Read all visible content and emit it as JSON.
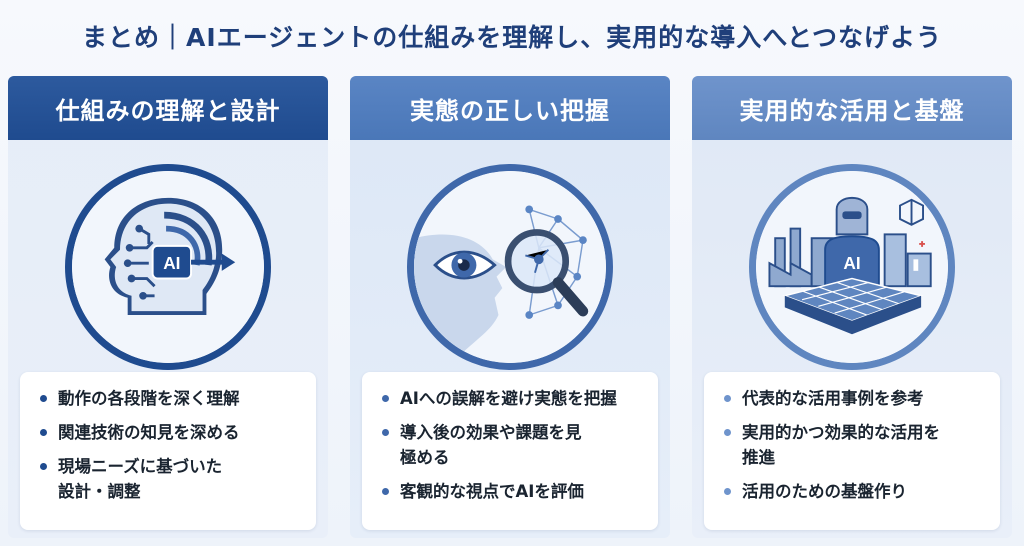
{
  "title": "まとめ｜AIエージェントの仕組みを理解し、実用的な導入へとつなげよう",
  "columns": [
    {
      "header": "仕組みの理解と設計",
      "icon": "ai-head-circuit-icon",
      "icon_label": "AI",
      "bullets": [
        "動作の各段階を深く理解",
        "関連技術の知見を深める",
        "現場ニーズに基づいた\n設計・調整"
      ]
    },
    {
      "header": "実態の正しい把握",
      "icon": "eye-magnifier-icon",
      "bullets": [
        "AIへの誤解を避け実態を把握",
        "導入後の効果や課題を見\n極める",
        "客観的な視点でAIを評価"
      ]
    },
    {
      "header": "実用的な活用と基盤",
      "icon": "ai-robot-city-icon",
      "icon_label": "AI",
      "bullets": [
        "代表的な活用事例を参考",
        "実用的かつ効果的な活用を\n推進",
        "活用のための基盤作り"
      ]
    }
  ],
  "colors": {
    "title": "#1f3f7a",
    "header1": "#1f4b8f",
    "header2": "#4a77b8",
    "header3": "#5f86c0"
  }
}
